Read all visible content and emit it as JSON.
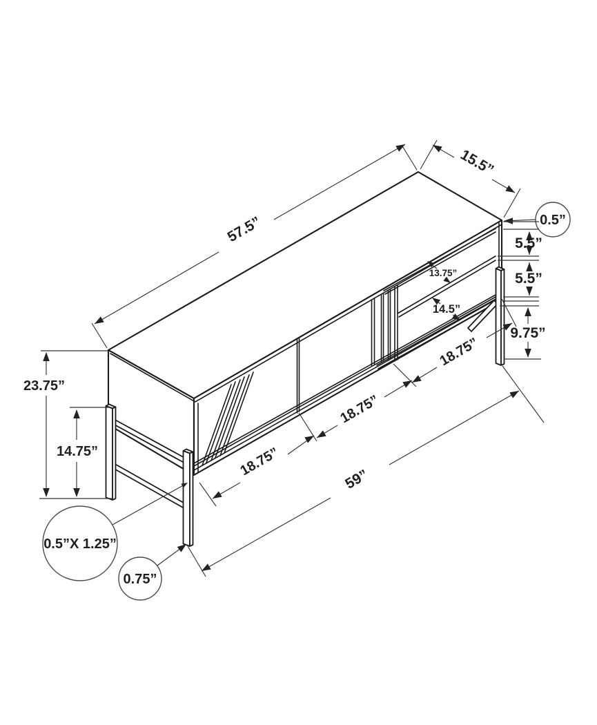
{
  "drawing": {
    "kind": "isometric furniture dimension diagram",
    "subject": "TV stand / media console with metal leg frame, two doors, slatted accent panel and open shelving",
    "background": "#ffffff",
    "line_color": "#1a1a1a",
    "dim_line_color": "#333333",
    "text_color": "#1f1f1f"
  },
  "dimensions": {
    "top_width": "57.5”",
    "top_depth": "15.5”",
    "top_thickness": "0.5”",
    "shelf_gap_top": "5.5”",
    "shelf_gap_middle": "5.5”",
    "open_section_height": "9.75”",
    "upper_shelf_depth": "13.75”",
    "lower_shelf_depth": "14.5”",
    "section_left": "18.75”",
    "section_middle": "18.75”",
    "section_right": "18.75”",
    "overall_height": "23.75”",
    "leg_frame_height": "14.75”",
    "overall_width": "59”",
    "leg_tube_profile": "0.5”X 1.25”",
    "leg_foot": "0.75”"
  }
}
